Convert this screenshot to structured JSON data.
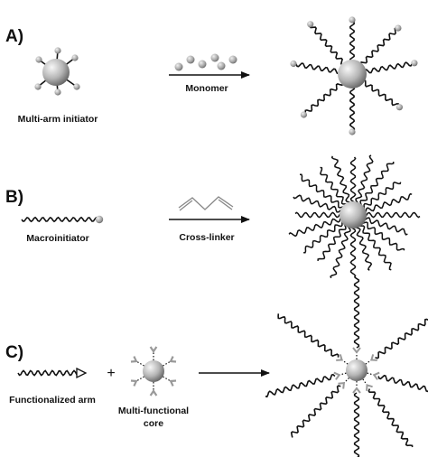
{
  "panels": [
    {
      "label": "A)",
      "start_caption": "Multi-arm initiator",
      "reagent_caption": "Monomer"
    },
    {
      "label": "B)",
      "start_caption": "Macroinitiator",
      "reagent_caption": "Cross-linker"
    },
    {
      "label": "C)",
      "start_caption": "Functionalized arm",
      "plus": "+",
      "core_caption_line1": "Multi-functional",
      "core_caption_line2": "core"
    }
  ],
  "colors": {
    "ink": "#111111",
    "sphere_light": "#f4f4f4",
    "sphere_dark": "#6f6f6f",
    "end_group": "#8a8a8a",
    "linker": "#a0a0a0"
  },
  "icons": [
    "multi-arm-initiator-icon",
    "monomer-dots-icon",
    "star-polymer-icon",
    "macroinitiator-icon",
    "cross-linker-icon",
    "core-crosslinked-star-icon",
    "functionalized-arm-icon",
    "multi-functional-core-icon",
    "coupled-star-icon"
  ]
}
